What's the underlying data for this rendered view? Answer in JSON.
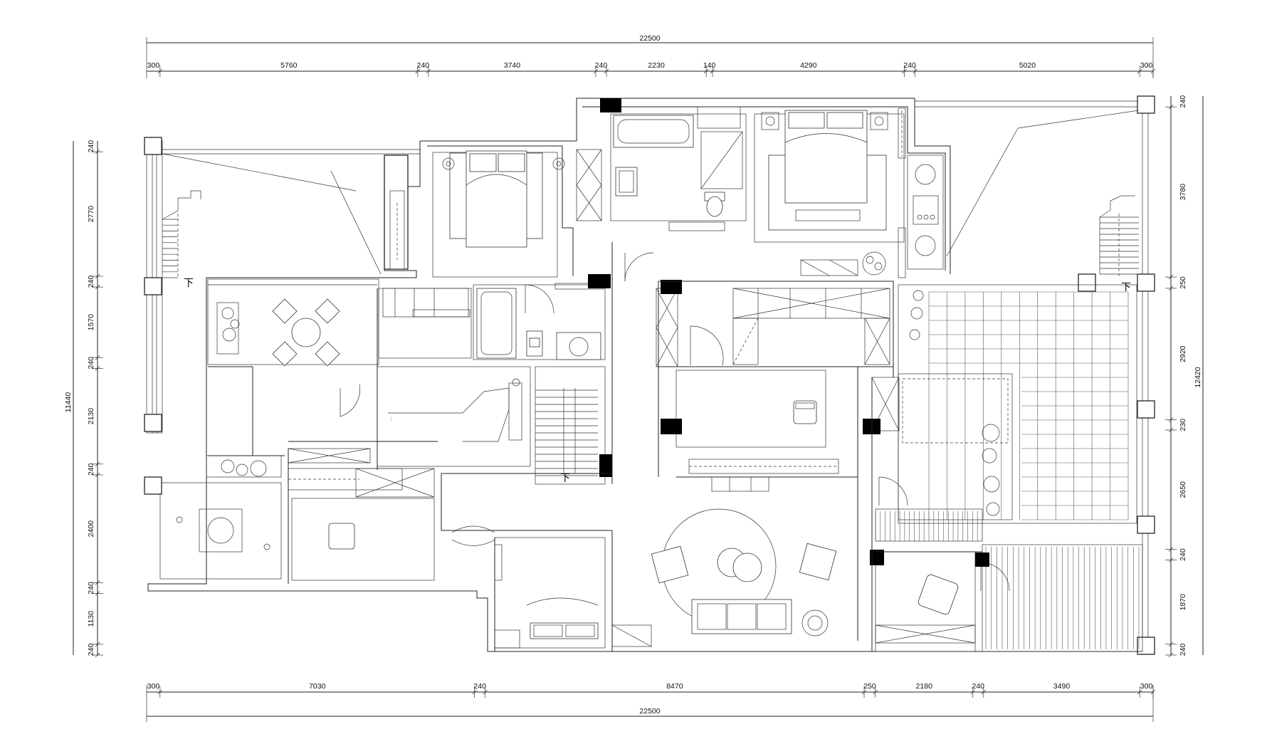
{
  "dimensions": {
    "top": {
      "total": "22500",
      "segments": [
        "300",
        "5760",
        "240",
        "3740",
        "240",
        "2230",
        "140",
        "4290",
        "240",
        "5020",
        "300"
      ]
    },
    "bottom": {
      "total": "22500",
      "segments": [
        "300",
        "7030",
        "240",
        "8470",
        "250",
        "2180",
        "240",
        "3490",
        "300"
      ]
    },
    "left": {
      "total": "11440",
      "segments": [
        "240",
        "2770",
        "240",
        "1570",
        "240",
        "2130",
        "240",
        "2400",
        "240",
        "1130",
        "240"
      ]
    },
    "right": {
      "total": "12420",
      "segments": [
        "240",
        "3780",
        "250",
        "2920",
        "230",
        "2650",
        "240",
        "1870",
        "240"
      ]
    }
  },
  "stair_labels": [
    "下",
    "下",
    "下"
  ],
  "icons": [
    "bed-icon",
    "bathtub-icon",
    "toilet-icon",
    "sink-icon",
    "table-icon",
    "chair-icon",
    "sofa-icon",
    "plant-icon",
    "stair-icon",
    "door-swing-icon",
    "column-icon"
  ]
}
